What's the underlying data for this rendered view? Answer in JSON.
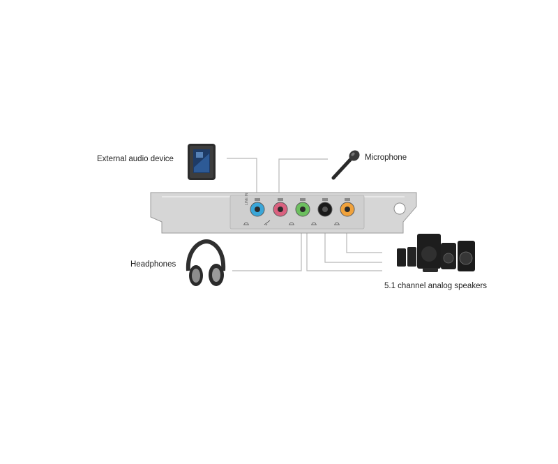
{
  "labels": {
    "external_audio_device": "External audio device",
    "microphone": "Microphone",
    "headphones": "Headphones",
    "speakers": "5.1 channel analog speakers"
  },
  "bracket": {
    "color": "#d6d6d6",
    "edge": "#9a9a9a"
  },
  "jacks": [
    {
      "name": "line-in",
      "color": "#3aa6d8"
    },
    {
      "name": "mic-in",
      "color": "#d9617f"
    },
    {
      "name": "front-out",
      "color": "#6cbf5f"
    },
    {
      "name": "rear-out",
      "color": "#1a1a1a"
    },
    {
      "name": "center-sub-out",
      "color": "#f0a23c"
    }
  ],
  "connector_line_color": "#b8b8b8",
  "devices": {
    "external_audio_device": "portable-player-icon",
    "microphone": "microphone-icon",
    "headphones": "headphones-icon",
    "speakers": "speaker-system-icon"
  }
}
